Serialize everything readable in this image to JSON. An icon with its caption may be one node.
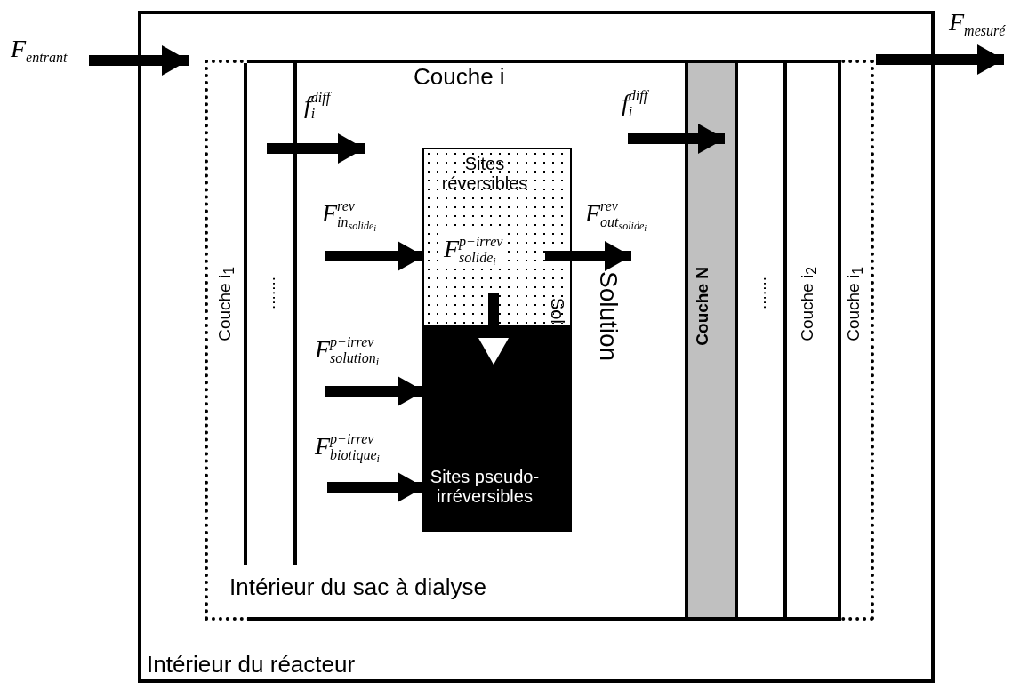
{
  "diagram": {
    "nodes": [
      {
        "text": [
          "Intérieur du réacteur"
        ]
      },
      {
        "text": [
          "Intérieur du sac à dialyse"
        ],
        "in": 0
      },
      {
        "text": [
          "Couche i$_{1}$"
        ],
        "in": 1
      },
      {
        "text": [
          "......."
        ],
        "in": 1
      },
      {
        "text": [
          "Couche i"
        ],
        "in": 1
      },
      {
        "text": [
          "Sol"
        ],
        "in": 4
      },
      {
        "text": [
          "Sites réversibles"
        ],
        "in": 5
      },
      {
        "text": [
          "Sites pseudo-irréversibles"
        ],
        "in": 5
      },
      {
        "text": [
          "Couche N"
        ],
        "in": 1
      },
      {
        "text": [
          "......."
        ],
        "in": 1
      },
      {
        "text": [
          "Couche i$_{2}$"
        ],
        "in": 1
      },
      {
        "text": [
          "Couche i$_{1}$"
        ],
        "in": 1
      }
    ],
    "edges": [
      {
        "from": null,
        "to": 1,
        "arrow": "to",
        "label": "F$_{entrant}$"
      },
      {
        "from": 1,
        "to": null,
        "arrow": "to",
        "label": "F$_{mesuré}$"
      },
      {
        "from": 3,
        "to": 4,
        "arrow": "to",
        "label": "f$^{diff}$$_{i}$"
      },
      {
        "from": null,
        "to": 6,
        "arrow": "to",
        "label": "F$^{rev}$$_{in}$$_{solide}$$_{i}$"
      },
      {
        "from": 6,
        "to": null,
        "arrow": "to",
        "label": "F$^{rev}$$_{out}$$_{solide}$$_{i}$"
      },
      {
        "from": 6,
        "to": 7,
        "arrow": "to",
        "label": "F$^{p−irrev}$$_{solide}$$_{i}$"
      },
      {
        "from": null,
        "to": 7,
        "arrow": "to",
        "label": "F$^{p−irrev}$$_{solution}$$_{i}$"
      },
      {
        "from": null,
        "to": 7,
        "arrow": "to",
        "label": "F$^{p−irrev}$$_{biotique}$$_{i}$"
      },
      {
        "from": 4,
        "to": 8,
        "arrow": "to",
        "label": "f$^{diff}$$_{i}$"
      }
    ],
    "labels": [
      "Solution"
    ]
  }
}
